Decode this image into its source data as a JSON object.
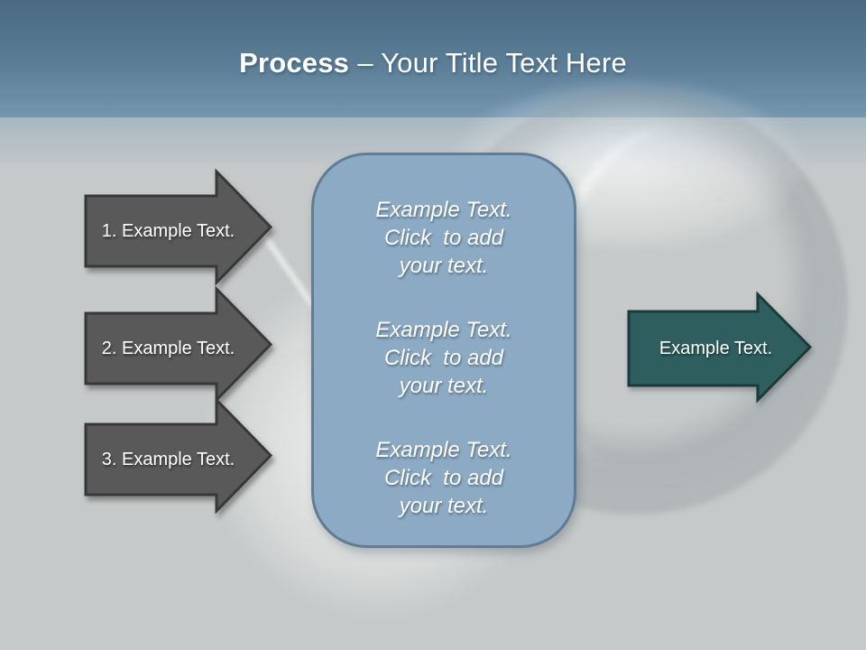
{
  "title": {
    "emphasis": "Process",
    "rest": "– Your Title Text Here"
  },
  "steps": [
    {
      "label": "1. Example Text."
    },
    {
      "label": "2. Example Text."
    },
    {
      "label": "3. Example Text."
    }
  ],
  "panel": {
    "paragraphs": [
      {
        "text": "Example Text.\nClick  to add\nyour text."
      },
      {
        "text": "Example Text.\nClick  to add\nyour text."
      },
      {
        "text": "Example Text.\nClick  to add\nyour text."
      }
    ]
  },
  "result_arrow": {
    "label": "Example Text."
  },
  "colors": {
    "header_gradient_top": "#4a6a83",
    "header_gradient_bottom": "#7496ae",
    "body_background": "#c6c9c9",
    "step_arrow_fill": "#595959",
    "step_arrow_border": "#383838",
    "panel_fill": "#8caac3",
    "panel_border": "#5f7d95",
    "result_arrow_fill": "#2e5f5e",
    "result_arrow_border": "#1c3a39",
    "text": "#ffffff"
  }
}
